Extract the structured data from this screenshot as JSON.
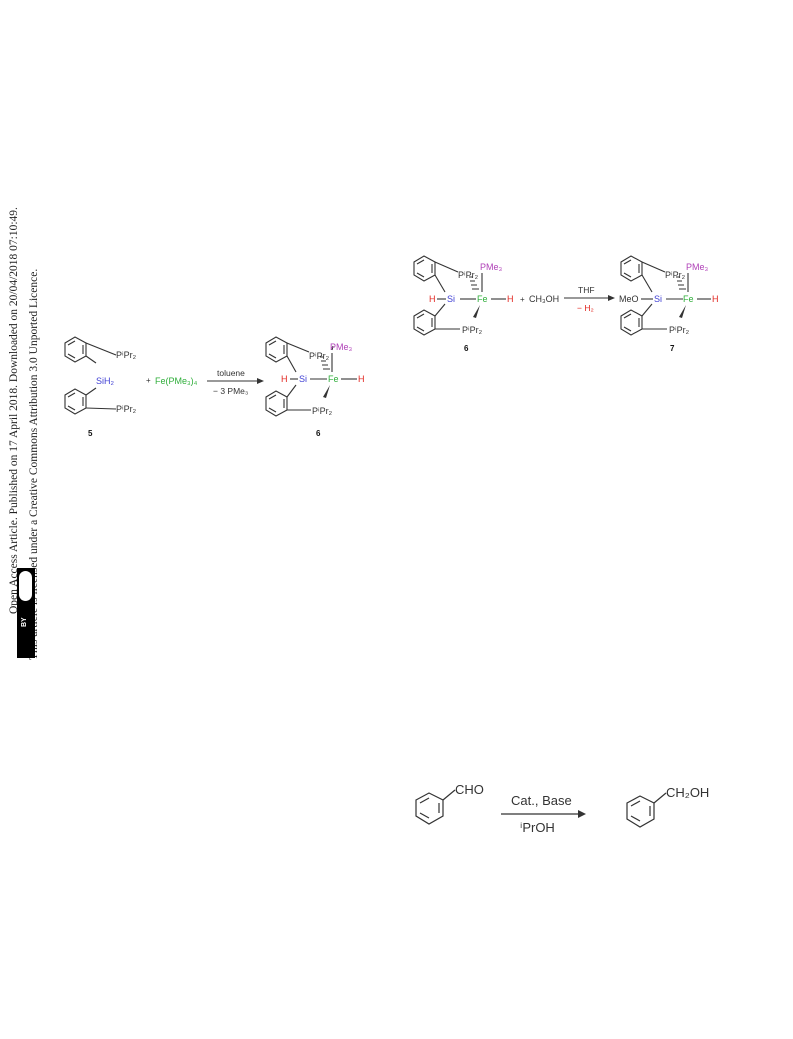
{
  "sidebar": {
    "line1": "Open Access Article. Published on 17 April 2018. Downloaded on 20/04/2018 07:10:49.",
    "line2": "This article is licensed under a Creative Commons Attribution 3.0 Unported Licence.",
    "badge_cc": "cc",
    "badge_by": "BY"
  },
  "scheme1": {
    "ligand_top": "PⁱPr₂",
    "silane": "SiH₂",
    "ligand_bottom": "PⁱPr₂",
    "label_reactant": "5",
    "plus": "+",
    "reagent": "Fe(PMe₃)₄",
    "conditions_top": "toluene",
    "conditions_bottom": "− 3 PMe₃",
    "prod_pme3": "PMe₃",
    "prod_pipr_top": "PⁱPr₂",
    "prod_h_left": "H",
    "prod_si": "Si",
    "prod_fe": "Fe",
    "prod_h_right": "H",
    "prod_pipr_bottom": "PⁱPr₂",
    "label_product": "6"
  },
  "scheme2": {
    "r_pme3": "PMe₃",
    "r_pipr_top": "PⁱPr₂",
    "r_h_left": "H",
    "r_si": "Si",
    "r_fe": "Fe",
    "r_h_right": "H",
    "r_pipr_bottom": "PⁱPr₂",
    "label_reactant": "6",
    "plus": "+",
    "reagent": "CH₃OH",
    "conditions_top": "THF",
    "conditions_bottom": "− H₂",
    "p_pme3": "PMe₃",
    "p_pipr_top": "PⁱPr₂",
    "p_meo": "MeO",
    "p_si": "Si",
    "p_fe": "Fe",
    "p_h_right": "H",
    "p_pipr_bottom": "PⁱPr₂",
    "label_product": "7"
  },
  "scheme3": {
    "reactant_group": "CHO",
    "conditions_top": "Cat., Base",
    "conditions_bottom": "ⁱPrOH",
    "product_group": "CH₂OH"
  },
  "colors": {
    "si": "#3f3fd4",
    "fe": "#2fae3a",
    "p": "#b041b8",
    "h": "#e2261f"
  }
}
